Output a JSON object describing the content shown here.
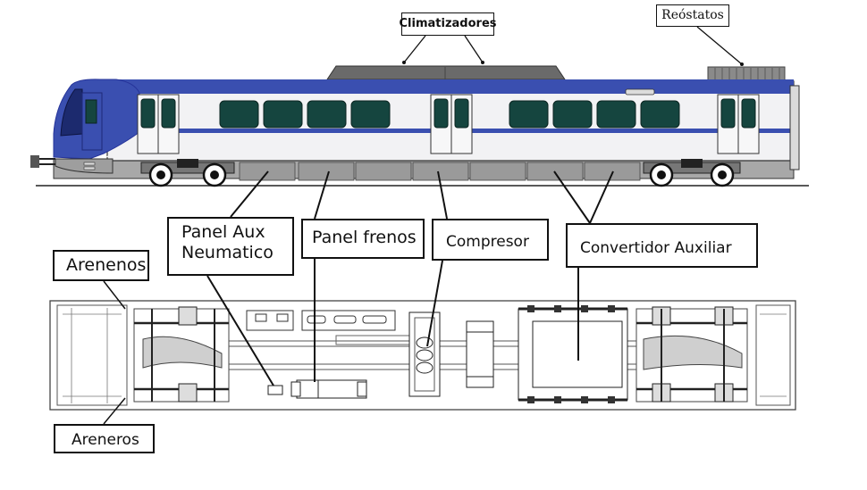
{
  "labels": {
    "climatizadores": "Climatizadores",
    "reostatos": "Reóstatos",
    "panel_aux": "Panel Aux\nNeumatico",
    "panel_frenos": "Panel frenos",
    "compresor": "Compresor",
    "convertidor": "Convertidor Auxiliar",
    "arenenos": "Arenenos",
    "areneros": "Areneros"
  },
  "colors": {
    "train_blue": "#3a4fb0",
    "train_blue_dark": "#26349a",
    "body_white": "#f2f2f4",
    "window": "#15453f",
    "underframe": "#a8a8a8",
    "roof": "#6a6a6a",
    "line": "#111111"
  }
}
